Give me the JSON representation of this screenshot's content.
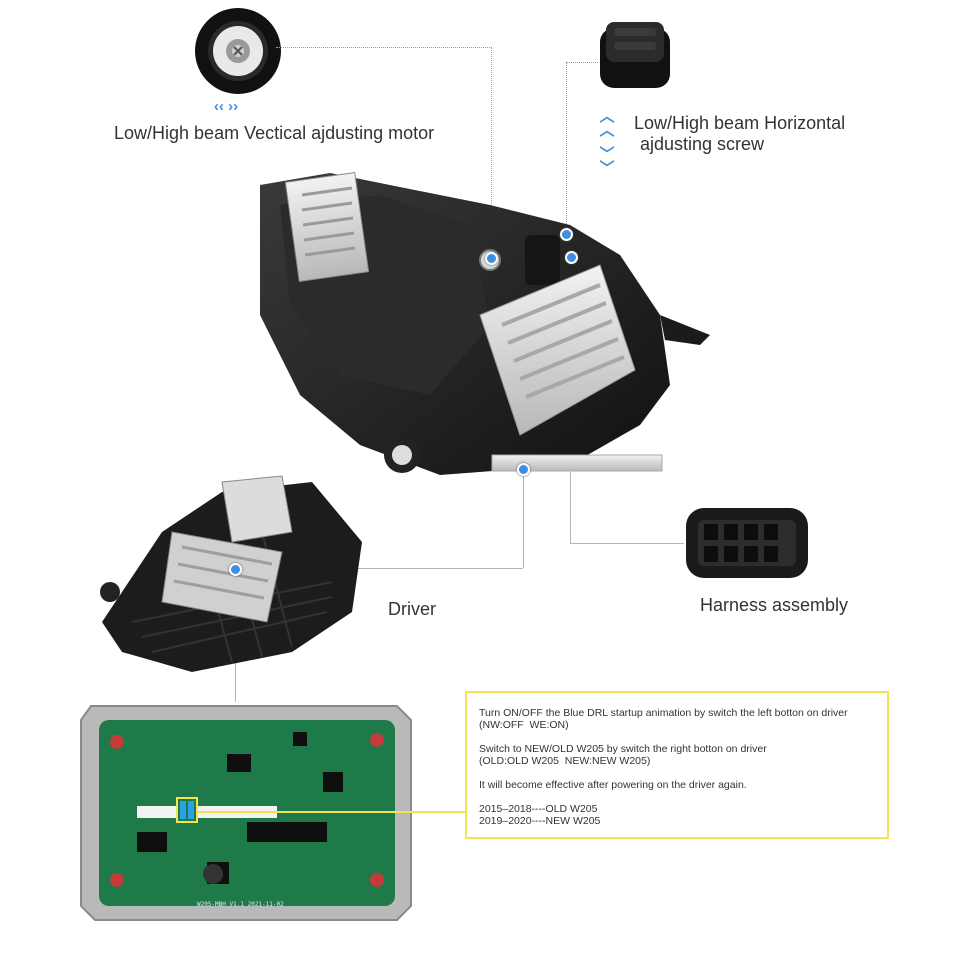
{
  "callouts": {
    "motor": {
      "label": "Low/High beam Vectical ajdusting motor",
      "arrows": "‹‹ ››"
    },
    "screw": {
      "line1": "Low/High beam Horizontal",
      "line2": "ajdusting screw"
    },
    "driver": {
      "label": "Driver"
    },
    "harness": {
      "label": "Harness assembly"
    }
  },
  "info": {
    "para1_line1": "Turn ON/OFF the Blue DRL startup animation by switch the left botton on driver",
    "para1_line2": "(NW:OFF  WE:ON)",
    "para2_line1": "Switch to NEW/OLD W205 by switch the right botton on driver",
    "para2_line2": "(OLD:OLD W205  NEW:NEW W205)",
    "para3": "It will become effective after powering on the driver again.",
    "year_old": "2015–2018----OLD W205",
    "year_new": "2019–2020----NEW W205"
  },
  "pcb": {
    "board_id": "W205-MBH_V1.1   2021-11-02"
  },
  "colors": {
    "accent_blue": "#3d8fe0",
    "info_border": "#f2e34f",
    "pcb_green": "#1f7a4a"
  }
}
